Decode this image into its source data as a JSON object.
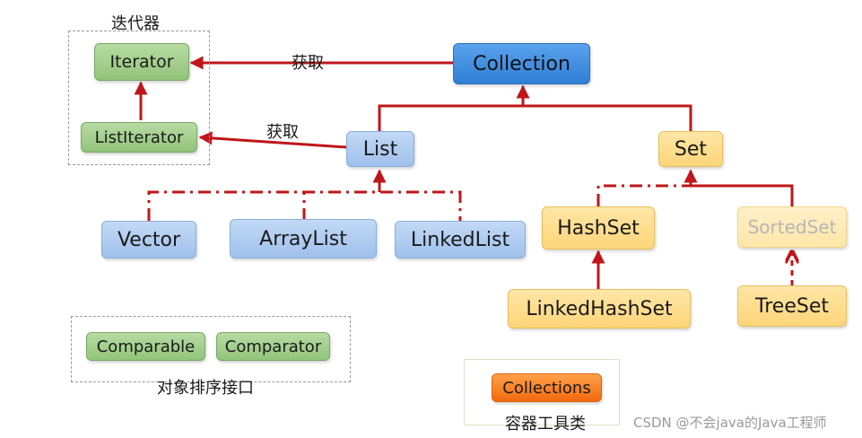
{
  "nodes": {
    "iterator": "Iterator",
    "list_iterator": "ListIterator",
    "collection": "Collection",
    "list": "List",
    "set": "Set",
    "vector": "Vector",
    "array_list": "ArrayList",
    "linked_list": "LinkedList",
    "hash_set": "HashSet",
    "sorted_set": "SortedSet",
    "linked_hash_set": "LinkedHashSet",
    "tree_set": "TreeSet",
    "comparable": "Comparable",
    "comparator": "Comparator",
    "collections": "Collections"
  },
  "labels": {
    "iterator_group": "迭代器",
    "get_1": "获取",
    "get_2": "获取",
    "sort_interfaces": "对象排序接口",
    "container_tools": "容器工具类"
  },
  "watermark": "CSDN @不会java的Java工程师",
  "colors": {
    "arrow": "#c0161a",
    "green": "#92c47a",
    "blue": "#9fc0ec",
    "blue_dark": "#2f7fd6",
    "yellow": "#fdd57a",
    "orange": "#f26a0d"
  }
}
